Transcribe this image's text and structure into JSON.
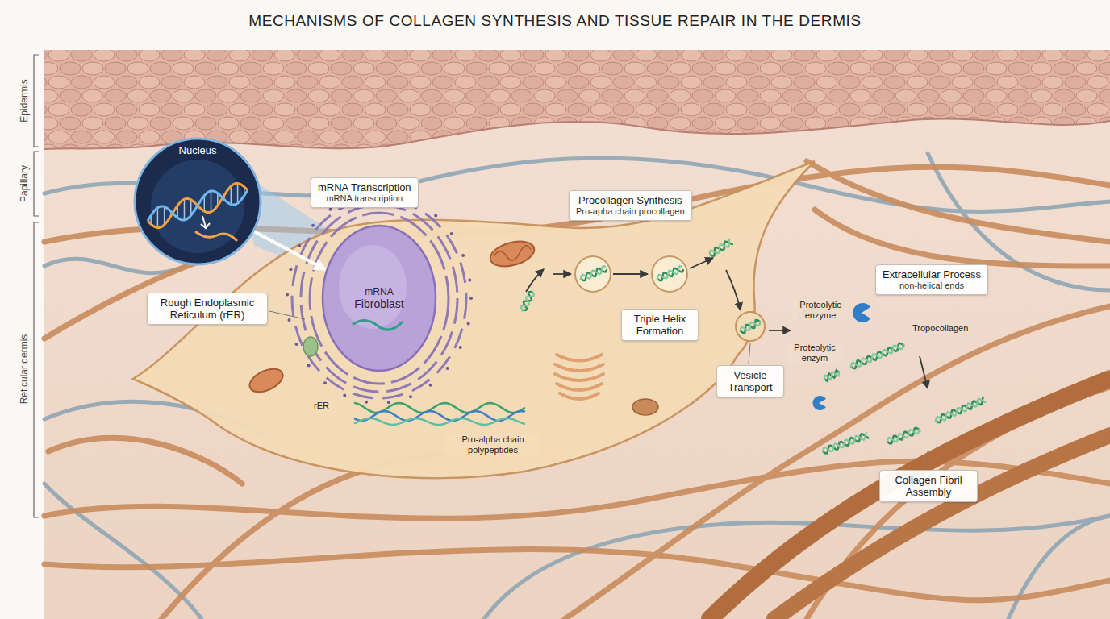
{
  "diagram": {
    "title": "MECHANISMS OF COLLAGEN SYNTHESIS AND TISSUE REPAIR IN THE DERMIS",
    "nodes": [
      {
        "text": [
          "Nucleus"
        ]
      },
      {
        "text": [
          "mRNA Transcription",
          "mRNA transcription"
        ]
      },
      {
        "text": [
          "Procollagen Synthesis",
          "Pro-apha chain procollagen"
        ]
      },
      {
        "text": [
          "Rough Endoplasmic Reticulum (rER)"
        ]
      },
      {
        "text": [
          "mRNA",
          "Fibroblast"
        ]
      },
      {
        "text": [
          "Triple Helix Formation"
        ]
      },
      {
        "text": [
          "Vesicle Transport"
        ]
      },
      {
        "text": [
          "Extracellular Process",
          "non-helical ends"
        ]
      },
      {
        "text": [
          "Collagen Fibril Assembly"
        ]
      }
    ],
    "edges": [
      {
        "from": 0,
        "to": 4,
        "arrow": "to"
      }
    ],
    "labels": [
      "Epidermis",
      "Papillary",
      "Reticular dermis",
      "rER",
      "Pro-alpha chain polypeptides",
      "Proteolytic enzyme",
      "Tropocollagen",
      "Proteolytic enzym"
    ]
  }
}
